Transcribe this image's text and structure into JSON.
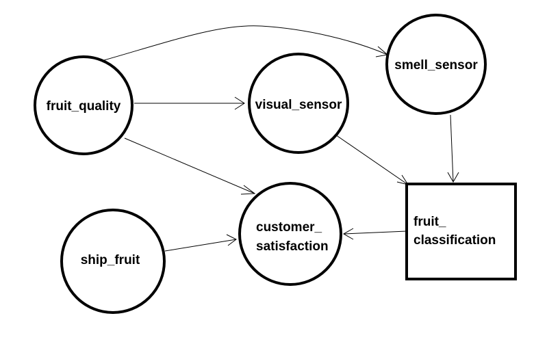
{
  "nodes": {
    "fruit_quality": {
      "label": "fruit_quality",
      "shape": "circle"
    },
    "visual_sensor": {
      "label": "visual_sensor",
      "shape": "circle"
    },
    "smell_sensor": {
      "label": "smell_sensor",
      "shape": "circle"
    },
    "customer_satisfaction": {
      "label_line1": "customer_",
      "label_line2": "satisfaction",
      "shape": "circle"
    },
    "ship_fruit": {
      "label": "ship_fruit",
      "shape": "circle"
    },
    "fruit_classification": {
      "label_line1": "fruit_",
      "label_line2": "classification",
      "shape": "rectangle"
    }
  },
  "edges": [
    {
      "from": "fruit_quality",
      "to": "smell_sensor"
    },
    {
      "from": "fruit_quality",
      "to": "visual_sensor"
    },
    {
      "from": "fruit_quality",
      "to": "customer_satisfaction"
    },
    {
      "from": "visual_sensor",
      "to": "fruit_classification"
    },
    {
      "from": "smell_sensor",
      "to": "fruit_classification"
    },
    {
      "from": "fruit_classification",
      "to": "customer_satisfaction"
    },
    {
      "from": "ship_fruit",
      "to": "customer_satisfaction"
    }
  ],
  "colors": {
    "stroke": "#000000",
    "background": "#ffffff"
  }
}
